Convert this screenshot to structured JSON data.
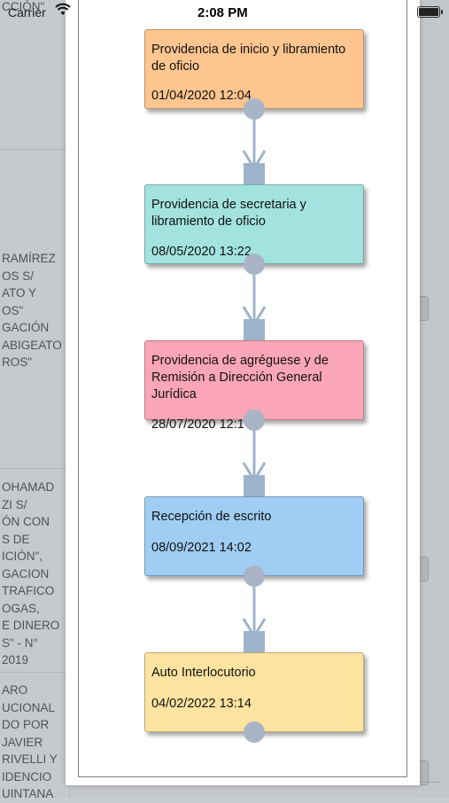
{
  "status_bar": {
    "carrier": "Carrier",
    "time": "2:08 PM"
  },
  "background_rows": [
    {
      "text": "CCIÓN\""
    },
    {
      "text": "RAMÍREZ\nOS S/\nATO Y\nOS\"\nGACIÓN\nABIGEATO\nROS\""
    },
    {
      "text": "OHAMAD\nZI S/\nÓN CON\nS DE\nICIÓN\",\nGACION\nTRAFICO\nOGAS,\nE DINERO\nS\" - N°\n2019"
    },
    {
      "text": "ARO\nUCIONAL\nDO POR\nJAVIER\nRIVELLI Y\nIDENCIO\nUINTANA"
    }
  ],
  "timeline": [
    {
      "title": "Providencia de inicio y libramiento de oficio",
      "date": "01/04/2020 12:04",
      "color": "#fdc58f"
    },
    {
      "title": "Providencia de secretaria y libramiento de oficio",
      "date": "08/05/2020 13:22",
      "color": "#a3e3df"
    },
    {
      "title": "Providencia de agréguese y de Remisión a Dirección General Jurídica",
      "date": "28/07/2020 12:1",
      "color": "#faa6b6"
    },
    {
      "title": "Recepción de escrito",
      "date": "08/09/2021 14:02",
      "color": "#9fcdf3"
    },
    {
      "title": "Auto Interlocutorio",
      "date": "04/02/2022 13:14",
      "color": "#fde3a0"
    }
  ],
  "colors": {
    "connector": "#9db3cb",
    "dot": "#a9b5c6"
  }
}
